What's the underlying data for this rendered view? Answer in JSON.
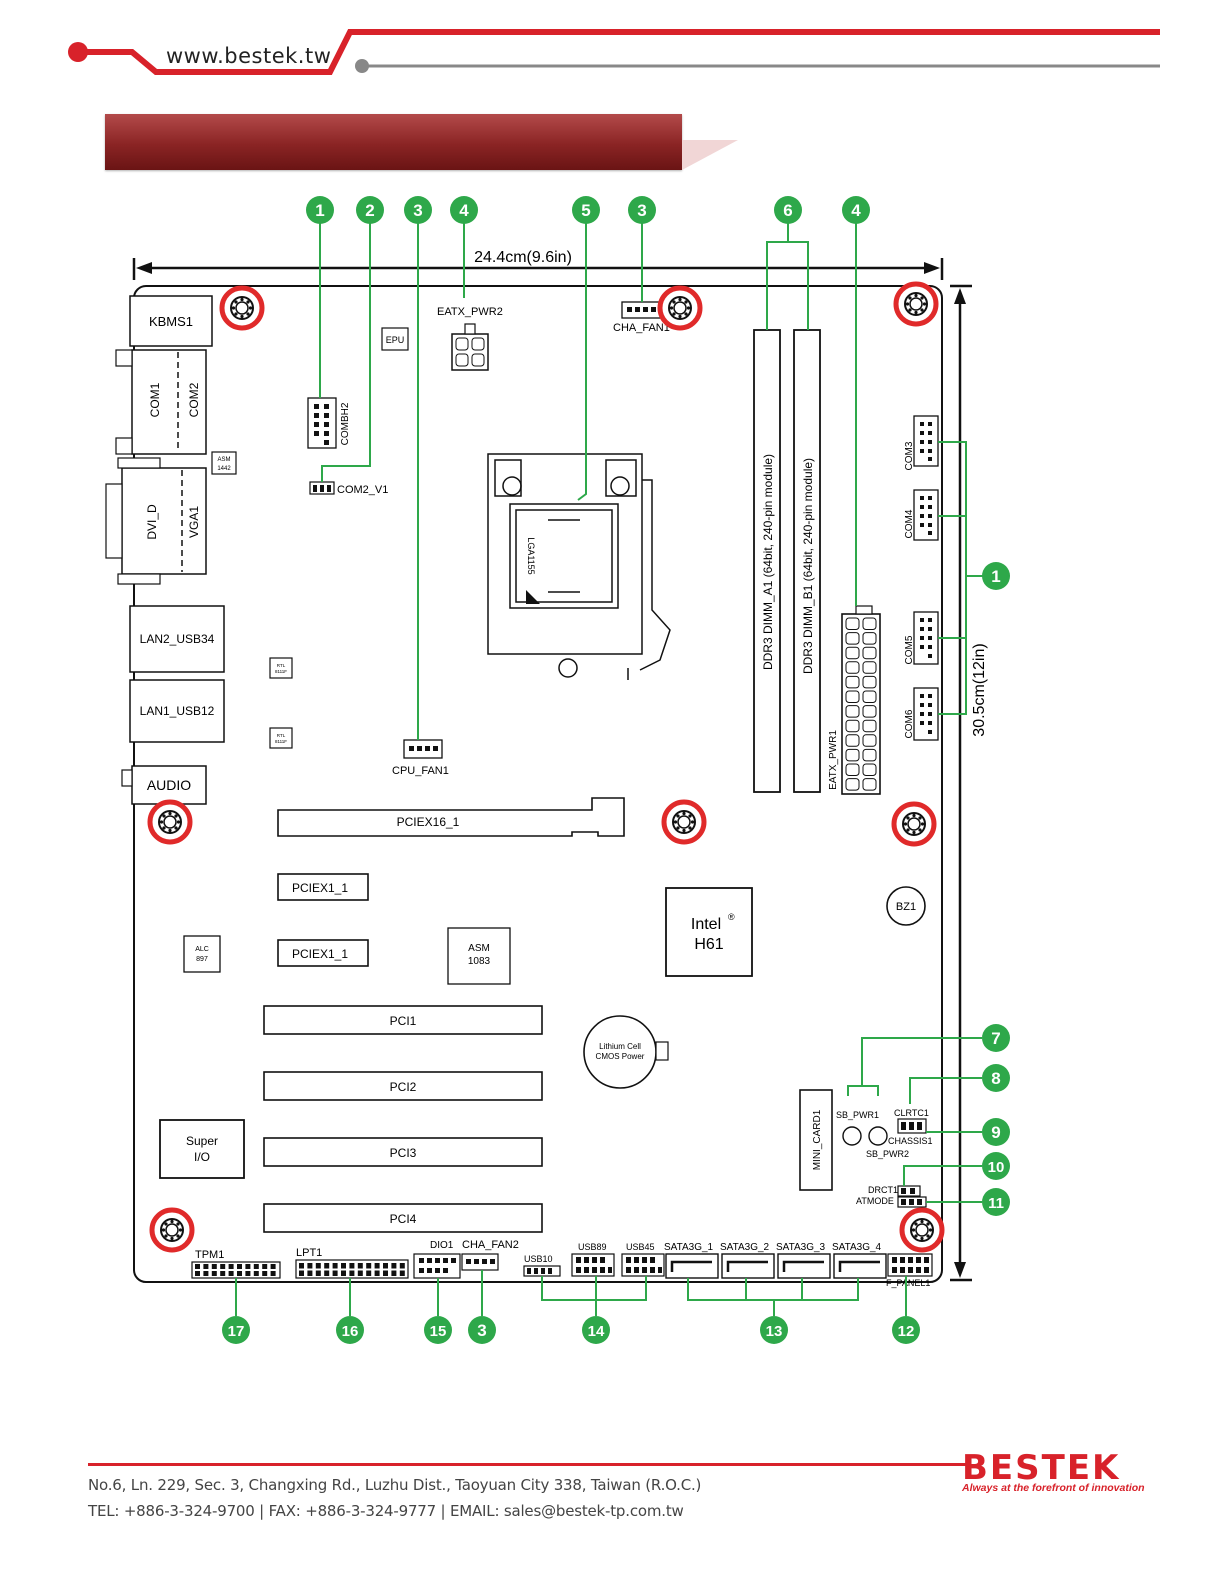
{
  "header": {
    "website": "www.bestek.tw"
  },
  "board": {
    "width_label": "24.4cm(9.6in)",
    "height_label": "30.5cm(12in)",
    "components": {
      "kbms1": "KBMS1",
      "com1": "COM1",
      "com2": "COM2",
      "asm1442": "ASM 1442",
      "dvi_d": "DVI_D",
      "vga1": "VGA1",
      "lan2_usb34": "LAN2_USB34",
      "lan1_usb12": "LAN1_USB12",
      "audio": "AUDIO",
      "epu": "EPU",
      "combh2": "COMBH2",
      "com2_v1": "COM2_V1",
      "eatx_pwr2": "EATX_PWR2",
      "cha_fan1": "CHA_FAN1",
      "lga1155": "LGA1155",
      "dimm_a1": "DDR3 DIMM_A1 (64bit, 240-pin module)",
      "dimm_b1": "DDR3 DIMM_B1 (64bit, 240-pin module)",
      "eatx_pwr1": "EATX_PWR1",
      "com3": "COM3",
      "com4": "COM4",
      "com5": "COM5",
      "com6": "COM6",
      "rtl1": "RTL 8111F",
      "rtl2": "RTL 8111F",
      "cpu_fan1": "CPU_FAN1",
      "pciex16_1": "PCIEX16_1",
      "pciex1_1a": "PCIEX1_1",
      "pciex1_1b": "PCIEX1_1",
      "alc897": "ALC 897",
      "asm1083": "ASM 1083",
      "intel_h61_line1": "Intel",
      "intel_h61_mark": "®",
      "intel_h61_line2": "H61",
      "bz1": "BZ1",
      "pci1": "PCI1",
      "pci2": "PCI2",
      "pci3": "PCI3",
      "pci4": "PCI4",
      "battery_line1": "Lithium Cell",
      "battery_line2": "CMOS Power",
      "super_io_line1": "Super",
      "super_io_line2": "I/O",
      "mini_card1": "MINI_CARD1",
      "sb_pwr1": "SB_PWR1",
      "sb_pwr2": "SB_PWR2",
      "clrtc1": "CLRTC1",
      "chassis1": "CHASSIS1",
      "drct1": "DRCT1",
      "atmode": "ATMODE",
      "tpm1": "TPM1",
      "lpt1": "LPT1",
      "dio1": "DIO1",
      "cha_fan2": "CHA_FAN2",
      "usb10": "USB10",
      "usb89": "USB89",
      "usb45": "USB45",
      "sata1": "SATA3G_1",
      "sata2": "SATA3G_2",
      "sata3": "SATA3G_3",
      "sata4": "SATA3G_4",
      "f_panel1": "F_PANEL1"
    },
    "callouts": [
      "1",
      "2",
      "3",
      "4",
      "5",
      "3",
      "6",
      "4",
      "1",
      "7",
      "8",
      "9",
      "10",
      "11",
      "17",
      "16",
      "15",
      "3",
      "14",
      "13",
      "12"
    ]
  },
  "footer": {
    "address": "No.6, Ln. 229, Sec. 3, Changxing Rd., Luzhu Dist., Taoyuan City 338, Taiwan (R.O.C.)",
    "contact": "TEL: +886-3-324-9700  |  FAX: +886-3-324-9777  |  EMAIL: sales@bestek-tp.com.tw",
    "logo": "BESTEK",
    "tagline": "Always at the forefront of innovation"
  },
  "colors": {
    "brand_red": "#d8222a",
    "callout_green": "#2ea84a",
    "hole_red": "#e02a2a"
  }
}
